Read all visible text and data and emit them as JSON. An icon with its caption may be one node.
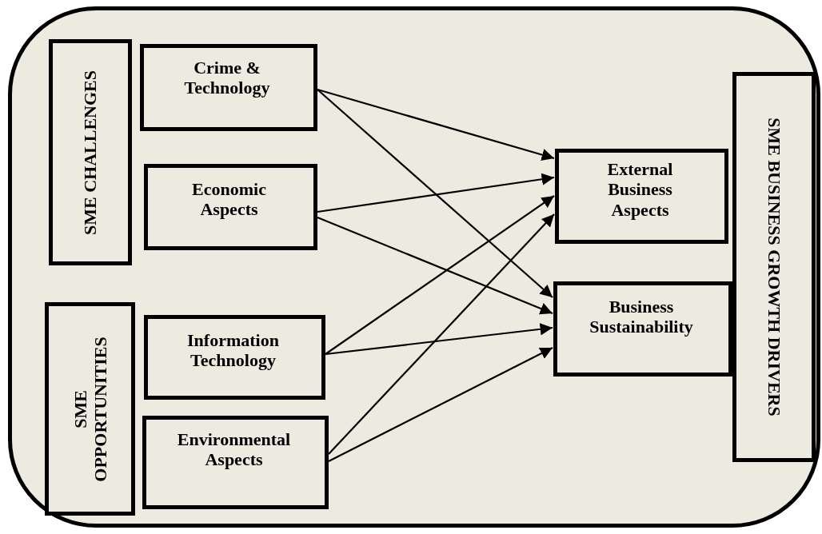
{
  "diagram": {
    "nodes": [
      {
        "text": [],
        "shape": "box"
      },
      {
        "text": [
          "SME CHALLENGES"
        ],
        "in": 0
      },
      {
        "text": [
          "Crime & Technology"
        ],
        "in": 0
      },
      {
        "text": [
          "Economic Aspects"
        ],
        "in": 0
      },
      {
        "text": [
          "SME OPPORTUNITIES"
        ],
        "in": 0
      },
      {
        "text": [
          "Information Technology"
        ],
        "in": 0
      },
      {
        "text": [
          "Environmental Aspects"
        ],
        "in": 0
      },
      {
        "text": [
          "External Business Aspects"
        ],
        "in": 0
      },
      {
        "text": [
          "Business Sustainability"
        ],
        "in": 0
      },
      {
        "text": [
          "SME BUSINESS GROWTH DRIVERS"
        ],
        "in": 0
      }
    ],
    "edges": [
      {
        "from": 2,
        "to": 7,
        "arrow": "to"
      },
      {
        "from": 2,
        "to": 8,
        "arrow": "to"
      },
      {
        "from": 3,
        "to": 7,
        "arrow": "to"
      },
      {
        "from": 3,
        "to": 8,
        "arrow": "to"
      },
      {
        "from": 5,
        "to": 7,
        "arrow": "to"
      },
      {
        "from": 5,
        "to": 8,
        "arrow": "to"
      },
      {
        "from": 6,
        "to": 7,
        "arrow": "to"
      },
      {
        "from": 6,
        "to": 8,
        "arrow": "to"
      }
    ]
  }
}
